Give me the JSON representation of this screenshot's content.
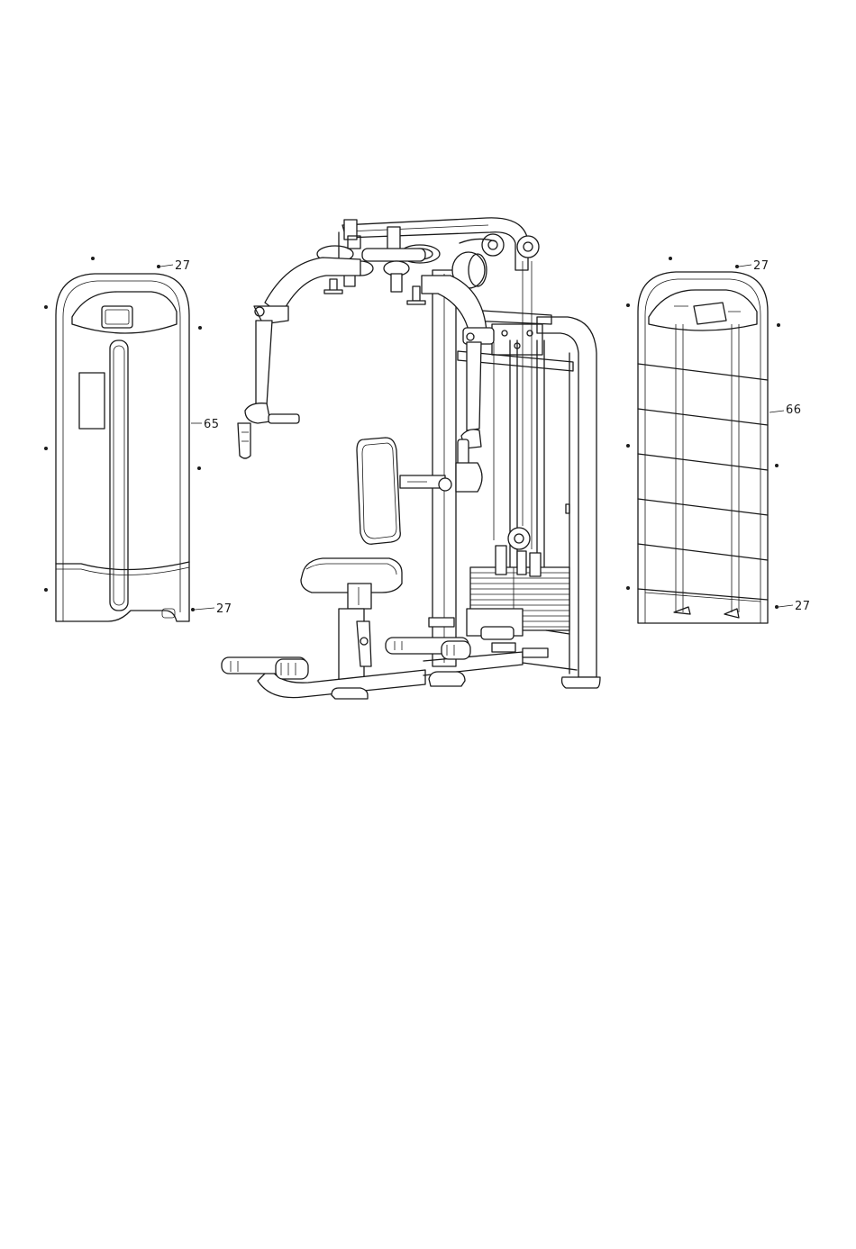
{
  "callouts": {
    "left_top": "27",
    "left_side": "65",
    "left_bottom": "27",
    "right_top": "27",
    "right_side": "66",
    "right_bottom": "27"
  }
}
